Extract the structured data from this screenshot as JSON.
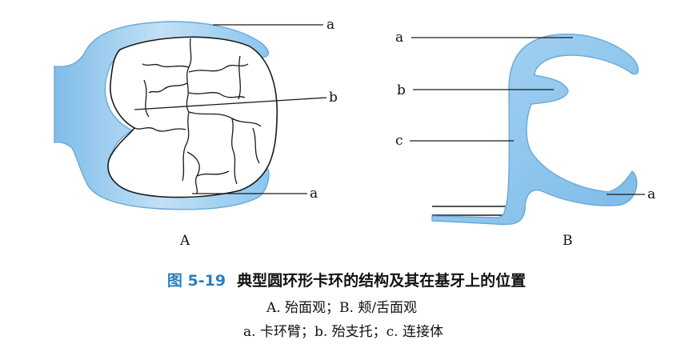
{
  "figure": {
    "panel_a": {
      "label": "A",
      "labels": {
        "a_top": "a",
        "b": "b",
        "a_bottom": "a"
      }
    },
    "panel_b": {
      "label": "B",
      "labels": {
        "a_top": "a",
        "b": "b",
        "c": "c",
        "a_right": "a"
      }
    }
  },
  "caption": {
    "figure_number": "图 5-19",
    "title": "典型圆环形卡环的结构及其在基牙上的位置",
    "line1": "A. 殆面观；B. 颊/舌面观",
    "line2": "a. 卡环臂；b. 殆支托；c. 连接体"
  },
  "colors": {
    "clasp_blue": "#8cc6ee",
    "clasp_light": "#d6ecfa",
    "figure_number_blue": "#2a7fc0"
  }
}
